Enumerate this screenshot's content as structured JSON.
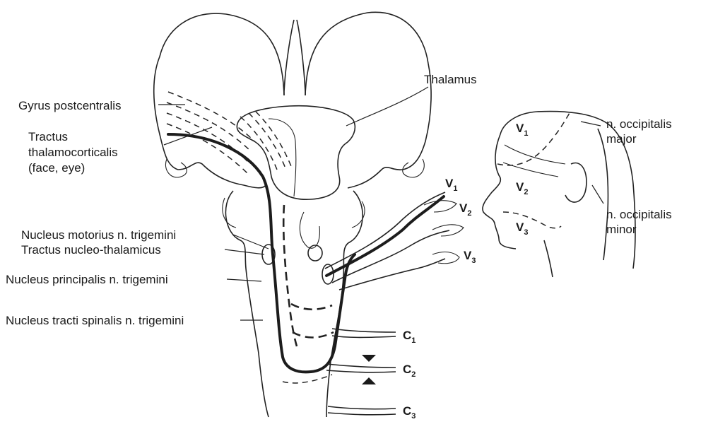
{
  "labels": {
    "thalamus": "Thalamus",
    "gyrus_postcentralis": "Gyrus postcentralis",
    "tractus_thalamocorticalis": [
      "Tractus",
      "thalamocorticalis",
      "(face, eye)"
    ],
    "nucleus_motorius": "Nucleus motorius n. trigemini",
    "tractus_nucleo_thalamicus": "Tractus nucleo-thalamicus",
    "nucleus_principalis": "Nucleus principalis n. trigemini",
    "nucleus_tracti_spinalis": "Nucleus tracti spinalis n. trigemini",
    "occipitalis_major": [
      "n. occipitalis",
      "major"
    ],
    "occipitalis_minor": [
      "n. occipitalis",
      "minor"
    ]
  },
  "trigeminal_branches": [
    {
      "letter": "V",
      "index": "1"
    },
    {
      "letter": "V",
      "index": "2"
    },
    {
      "letter": "V",
      "index": "3"
    }
  ],
  "face_zones": [
    {
      "letter": "V",
      "index": "1"
    },
    {
      "letter": "V",
      "index": "2"
    },
    {
      "letter": "V",
      "index": "3"
    }
  ],
  "cervical_nerves": [
    {
      "letter": "C",
      "index": "1"
    },
    {
      "letter": "C",
      "index": "2"
    },
    {
      "letter": "C",
      "index": "3"
    }
  ]
}
